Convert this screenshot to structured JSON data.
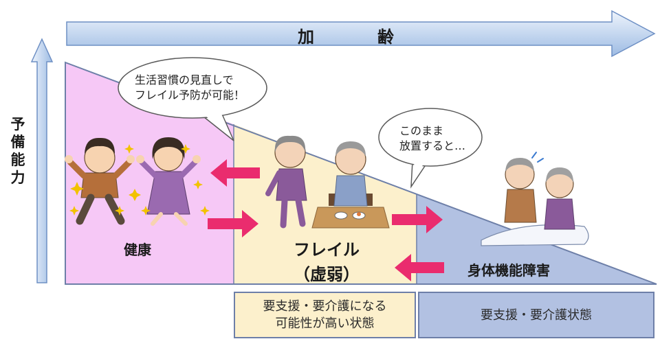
{
  "top_arrow": {
    "label": "加　齢"
  },
  "y_axis": {
    "label": "予備能力"
  },
  "stages": {
    "healthy": {
      "label": "健康"
    },
    "frailty": {
      "label": "フレイル",
      "sub": "（虚弱）"
    },
    "disability": {
      "label": "身体機能障害"
    }
  },
  "bubbles": {
    "prevention": {
      "line1": "生活習慣の見直しで",
      "line2": "フレイル予防が可能！"
    },
    "warning": {
      "line1": "このまま",
      "line2": "放置すると…"
    }
  },
  "boxes": {
    "frailty_state": {
      "line1": "要支援・要介護になる",
      "line2": "可能性が高い状態"
    },
    "care_state": {
      "text": "要支援・要介護状態"
    }
  },
  "colors": {
    "healthy_zone": "#f6c8f6",
    "frailty_zone": "#fcf0cc",
    "disability_zone": "#b2c1e2",
    "arrow_pink": "#ea2c6e",
    "arrow_blue": "#a9c4e8",
    "border_blue": "#6d7fa8"
  },
  "icons": [
    "healthy-man-icon",
    "healthy-woman-icon",
    "frail-elderly-woman-icon",
    "frail-elderly-man-eating-icon",
    "bedridden-couple-icon"
  ]
}
